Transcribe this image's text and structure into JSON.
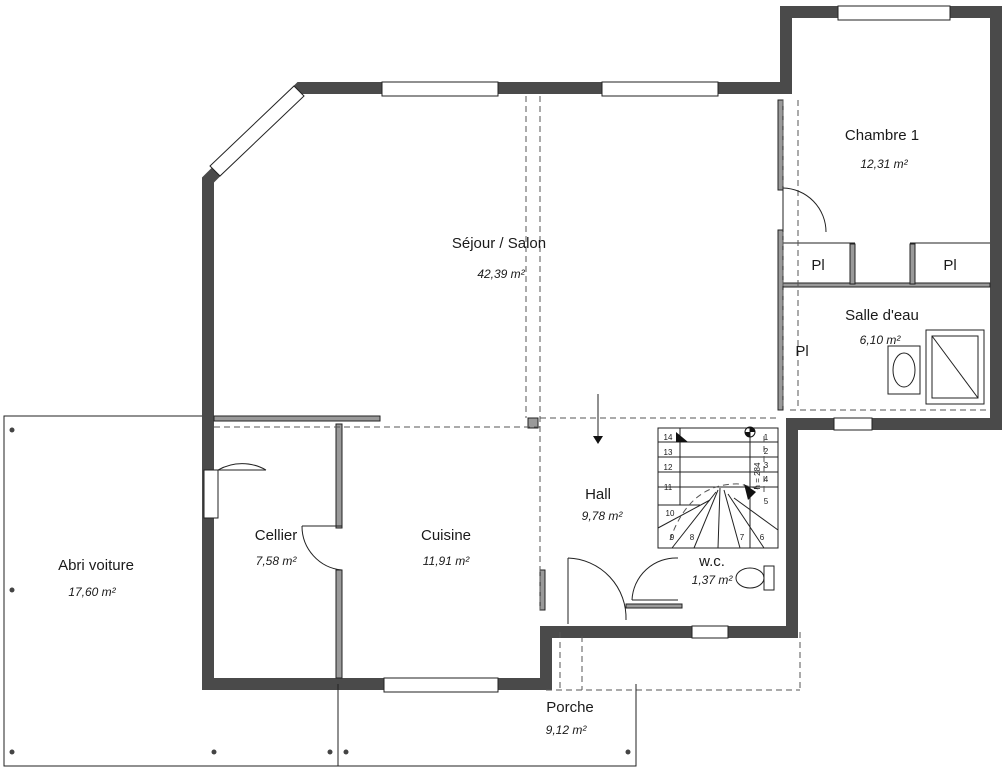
{
  "rooms": {
    "chambre": {
      "name": "Chambre 1",
      "area": "12,31 m²"
    },
    "sejour": {
      "name": "Séjour / Salon",
      "area": "42,39 m²"
    },
    "salle_eau": {
      "name": "Salle d'eau",
      "area": "6,10 m²"
    },
    "hall": {
      "name": "Hall",
      "area": "9,78 m²"
    },
    "cuisine": {
      "name": "Cuisine",
      "area": "11,91 m²"
    },
    "cellier": {
      "name": "Cellier",
      "area": "7,58 m²"
    },
    "wc": {
      "name": "w.c.",
      "area": "1,37 m²"
    },
    "abri": {
      "name": "Abri voiture",
      "area": "17,60 m²"
    },
    "porche": {
      "name": "Porche",
      "area": "9,12 m²"
    }
  },
  "placards": {
    "pl1": "Pl",
    "pl2": "Pl",
    "pl3": "Pl"
  },
  "stairs": {
    "steps": [
      "1",
      "2",
      "3",
      "4",
      "5",
      "6",
      "7",
      "8",
      "9",
      "10",
      "11",
      "12",
      "13",
      "14"
    ],
    "height_label": "h = 284"
  },
  "colors": {
    "wall": "#4a4a4a",
    "partition": "#9a9a9a",
    "background": "#ffffff"
  }
}
